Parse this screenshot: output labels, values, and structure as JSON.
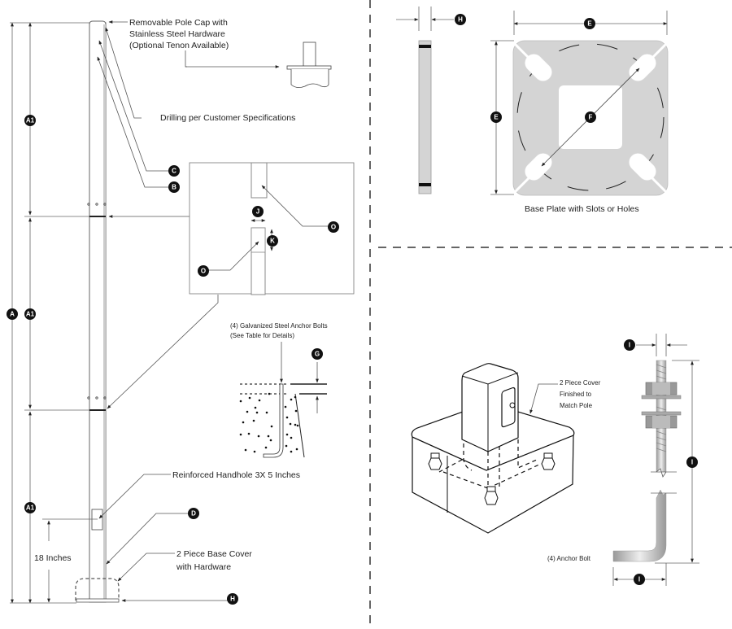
{
  "labels": {
    "pole_cap": [
      "Removable Pole Cap with",
      "Stainless Steel Hardware",
      "(Optional Tenon Available)"
    ],
    "drilling": "Drilling per Customer Specifications",
    "anchor_bolts_note": [
      "(4) Galvanized Steel Anchor Bolts",
      "(See Table for Details)"
    ],
    "handhole": "Reinforced Handhole 3X 5 Inches",
    "eighteen_inches": "18 Inches",
    "base_cover": [
      "2 Piece Base Cover",
      "with Hardware"
    ],
    "base_plate": "Base Plate with Slots or Holes",
    "cover_finished": [
      "2 Piece Cover",
      "Finished to",
      "Match Pole"
    ],
    "anchor_bolt": "(4) Anchor Bolt"
  },
  "badges": {
    "A": "A",
    "A1": "A1",
    "B": "B",
    "C": "C",
    "D": "D",
    "E": "E",
    "F": "F",
    "G": "G",
    "H": "H",
    "I": "I",
    "J": "J",
    "K": "K",
    "O": "O"
  },
  "colors": {
    "badge_fill": "#111111",
    "plate_fill": "#d4d4d4",
    "line": "#555555"
  }
}
